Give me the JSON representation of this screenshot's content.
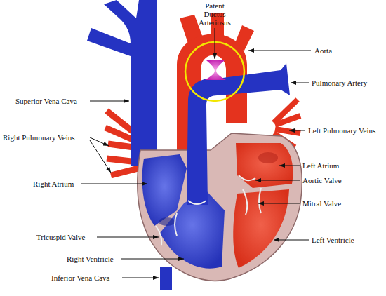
{
  "diagram": {
    "labels": [
      "Patent Ductus Arteriosus",
      "Aorta",
      "Pulmonary Artery",
      "Superior Vena Cava",
      "Left Pulmonary Veins",
      "Right Pulmonary Veins",
      "Left Atrium",
      "Aortic Valve",
      "Right Atrium",
      "Mitral Valve",
      "Tricuspid Valve",
      "Left Ventricle",
      "Right Ventricle",
      "Inferior Vena Cava"
    ]
  }
}
